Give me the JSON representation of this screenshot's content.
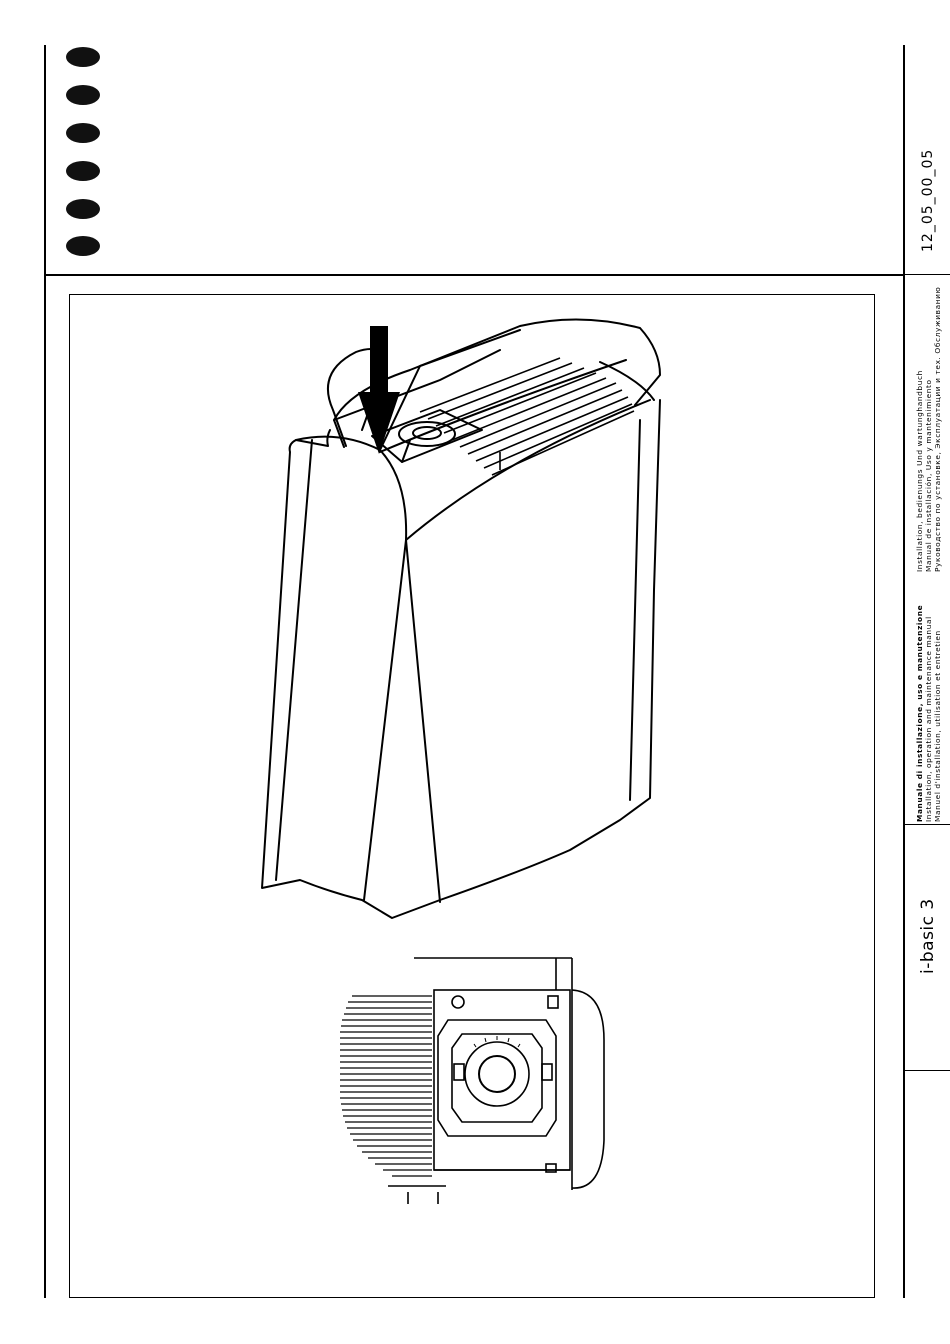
{
  "sidebar": {
    "doc_code": "12_05_00_05",
    "manual_line_1": "Installation, bedienungs Und wartunghandbuch",
    "manual_line_2": "Manual de installación, Uso y mantenimiento",
    "manual_line_3": "Руководство по установке, Эксплуатации и тех. Обслуживанию",
    "manual_line_4": "Manuale di installazione, uso e manutenzione",
    "manual_line_5": "Installation, operation and maintenance manual",
    "manual_line_6": "Manuel d'installation, utilisation et entretien",
    "product_name": "i-basic 3"
  },
  "language_bullets": {
    "count": 6
  },
  "illustrations": {
    "main": "stove-top-air-outlet-diagram",
    "detail": "air-outlet-dial-detail"
  }
}
